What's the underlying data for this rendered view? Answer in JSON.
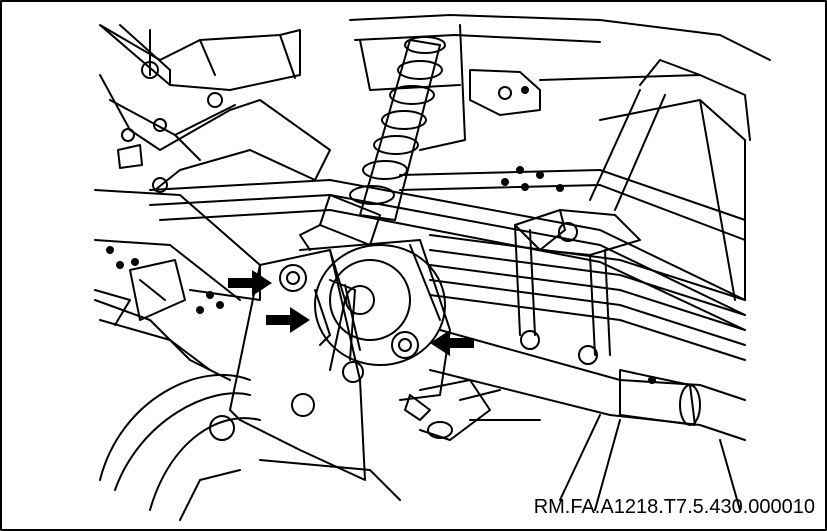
{
  "figure": {
    "reference_code": "RM.FA.A1218.T7.5.430.000010",
    "line_color": "#000000",
    "background_color": "#ffffff",
    "callout_arrows": [
      {
        "name": "upper-left-bolt-arrow",
        "direction": "right"
      },
      {
        "name": "middle-bolt-arrow",
        "direction": "right"
      },
      {
        "name": "right-bolt-arrow",
        "direction": "left"
      }
    ]
  }
}
